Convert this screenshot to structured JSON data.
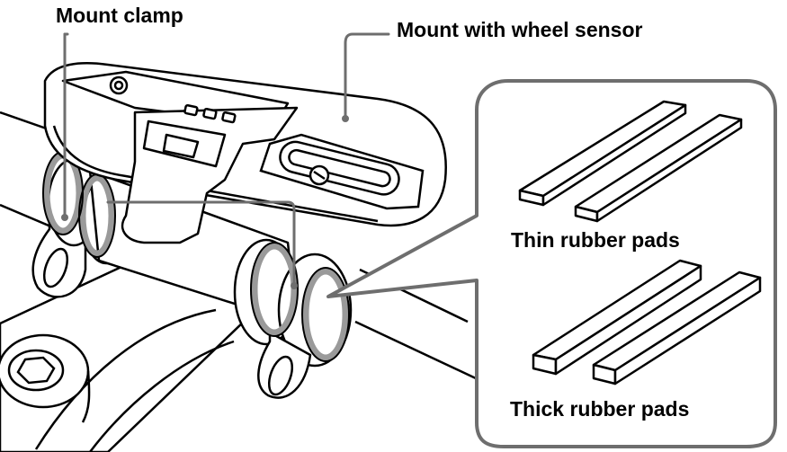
{
  "labels": {
    "mount_clamp": "Mount clamp",
    "mount_with_wheel_sensor": "Mount with wheel sensor",
    "thin_rubber_pads": "Thin rubber pads",
    "thick_rubber_pads": "Thick rubber pads"
  },
  "colors": {
    "line": "#000000",
    "leader": "#6e6e6e",
    "rubber": "#9a9a9a",
    "callout_border": "#6e6e6e",
    "background": "#ffffff"
  }
}
